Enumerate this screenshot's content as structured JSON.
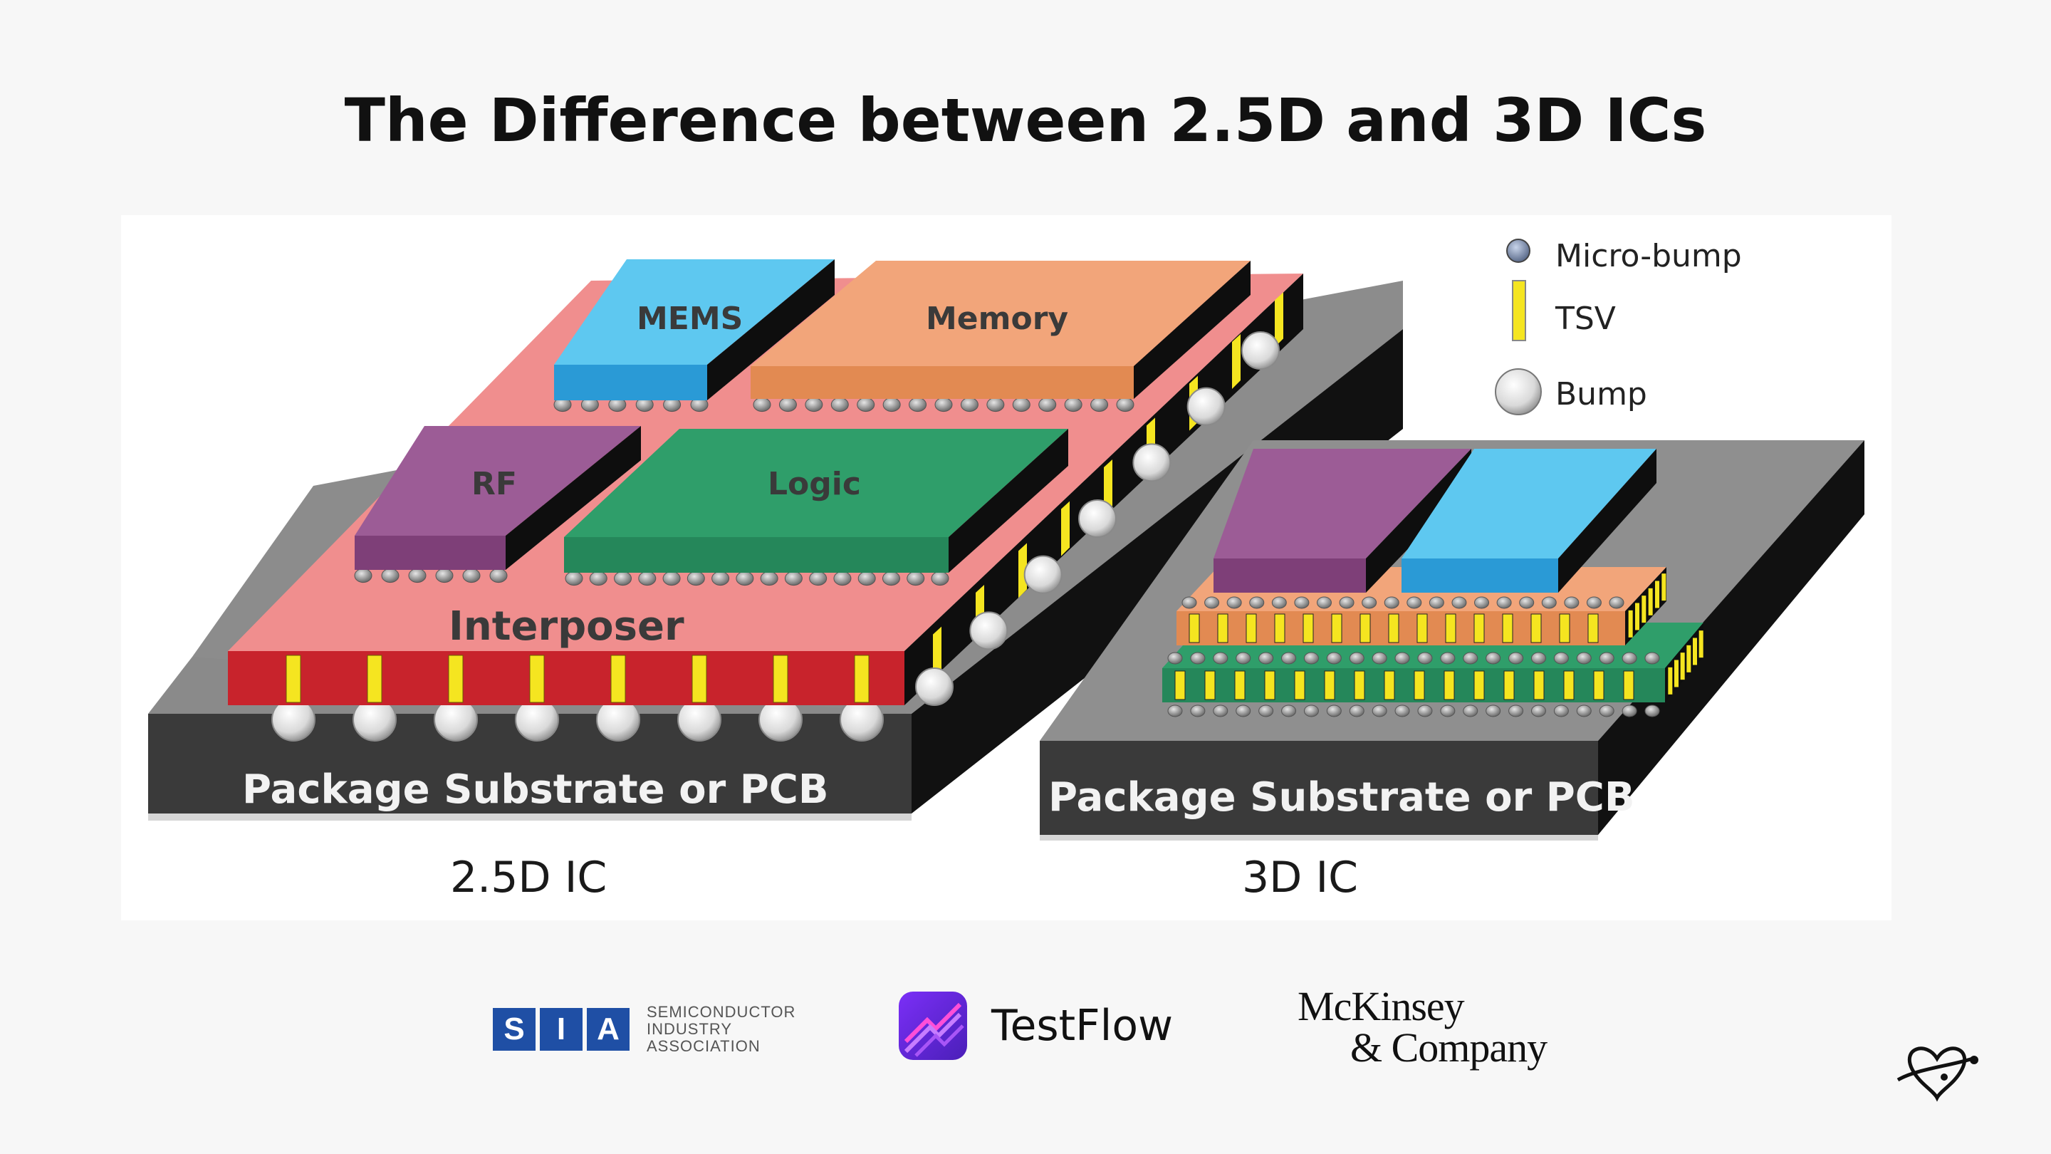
{
  "title": "The Difference between 2.5D and 3D ICs",
  "diagram": {
    "left": {
      "chips": {
        "mems": "MEMS",
        "memory": "Memory",
        "rf": "RF",
        "logic": "Logic"
      },
      "interposer": "Interposer",
      "substrate": "Package Substrate or PCB",
      "caption": "2.5D IC"
    },
    "right": {
      "substrate": "Package Substrate or PCB",
      "caption": "3D IC"
    },
    "legend": {
      "micro_bump": "Micro-bump",
      "tsv": "TSV",
      "bump": "Bump"
    },
    "colors": {
      "mems": "#5ec8f0",
      "memory": "#f2a57a",
      "rf": "#9c5c96",
      "logic": "#2f9e6a",
      "interposer": "#f08e8e",
      "interposer_side": "#c8232c",
      "substrate": "#3a3a3a",
      "substrate_top": "#8f8f8f",
      "tsv": "#f5e520"
    }
  },
  "logos": {
    "sia": {
      "letters": [
        "S",
        "I",
        "A"
      ],
      "text_lines": [
        "SEMICONDUCTOR",
        "INDUSTRY",
        "ASSOCIATION"
      ]
    },
    "testflow": {
      "name": "TestFlow"
    },
    "mckinsey": {
      "line1": "McKinsey",
      "line2": "& Company"
    }
  }
}
